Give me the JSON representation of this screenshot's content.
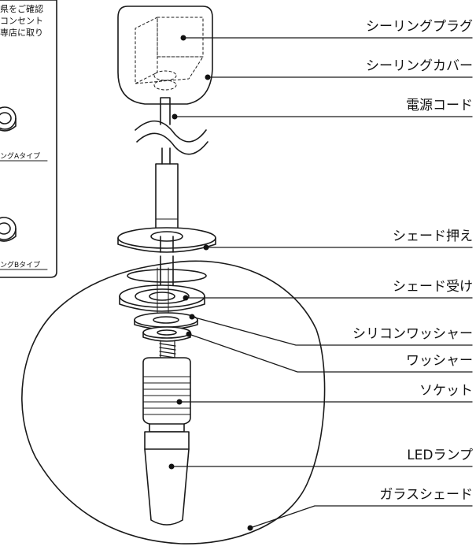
{
  "labels": {
    "ceiling_plug": "シーリングプラグ",
    "ceiling_cover": "シーリングカバー",
    "power_cord": "電源コード",
    "shade_holder": "シェード押え",
    "shade_receiver": "シェード受け",
    "silicon_washer": "シリコンワッシャー",
    "washer": "ワッシャー",
    "socket": "ソケット",
    "led_lamp": "LEDランプ",
    "glass_shade": "ガラスシェード"
  },
  "inset": {
    "note_lines": [
      "県をご確認",
      "コンセント",
      "専店に取り"
    ],
    "type_a": "ングAタイプ",
    "type_b": "ングBタイプ"
  }
}
